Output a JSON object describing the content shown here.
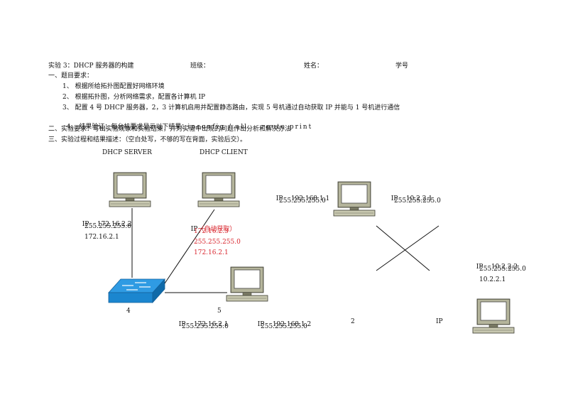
{
  "header": {
    "experiment": "实验 3：DHCP 服务器的构建",
    "class": "班级：",
    "name": "姓名：",
    "student_id": "学号"
  },
  "sections": {
    "s1": "一、题目要求：",
    "items": [
      "1、 根据所给拓扑图配置好网络环境",
      "2、 根据拓扑图，分析网络需求，配置各计算机 IP",
      "3、 配置 4 号 DHCP 服务器，2，3 计算机启用并配置静态路由，实现 5 号机通过自动获取 IP 并能与 1 号机进行通信"
    ],
    "item4_prefix": "4、 结果验证：每台机要求显示以下结果：",
    "item4_cmd": "ipconfig / all    route print",
    "s2": "二、实验要求：写出实验现象和实验结果，并对实验中出现的问题作出分析和解决办法",
    "s3": "三、实验过程和结果描述：（空白处写，不够的写在背面，实验后交）。"
  },
  "diagram": {
    "server_label": "DHCP SERVER",
    "client_label": "DHCP CLIENT",
    "server_ip": {
      "prefix": "IP",
      "ip": "172.16.2.2",
      "mask": "255.255.255.0",
      "gw": "172.16.2.1"
    },
    "client_ip": {
      "prefix": "IP",
      "auto": "（自动获取）",
      "ip": "172.16.2.3",
      "mask": "255.255.255.0",
      "gw": "172.16.2.1"
    },
    "pc_top_mid_left": {
      "prefix": "IP",
      "ip": "192.168.1.1",
      "mask": "255.255.255.0"
    },
    "pc_top_mid_right": {
      "prefix": "IP",
      "ip": "10.2.2.1",
      "mask": "255.255.255.0"
    },
    "pc_right": {
      "prefix": "IP",
      "ip": "10.2.2.2",
      "mask": "255.255.255.0",
      "gw": "10.2.2.1"
    },
    "router_left": {
      "prefix": "IP",
      "ip": "172.16.2.1",
      "mask": "255.255.255.0"
    },
    "router_right": {
      "prefix": "IP",
      "ip": "192.168.1.2",
      "mask": "255.255.255.0"
    },
    "num_switch": "4",
    "num_router": "5",
    "num_2": "2",
    "ip_bottom": "IP"
  }
}
